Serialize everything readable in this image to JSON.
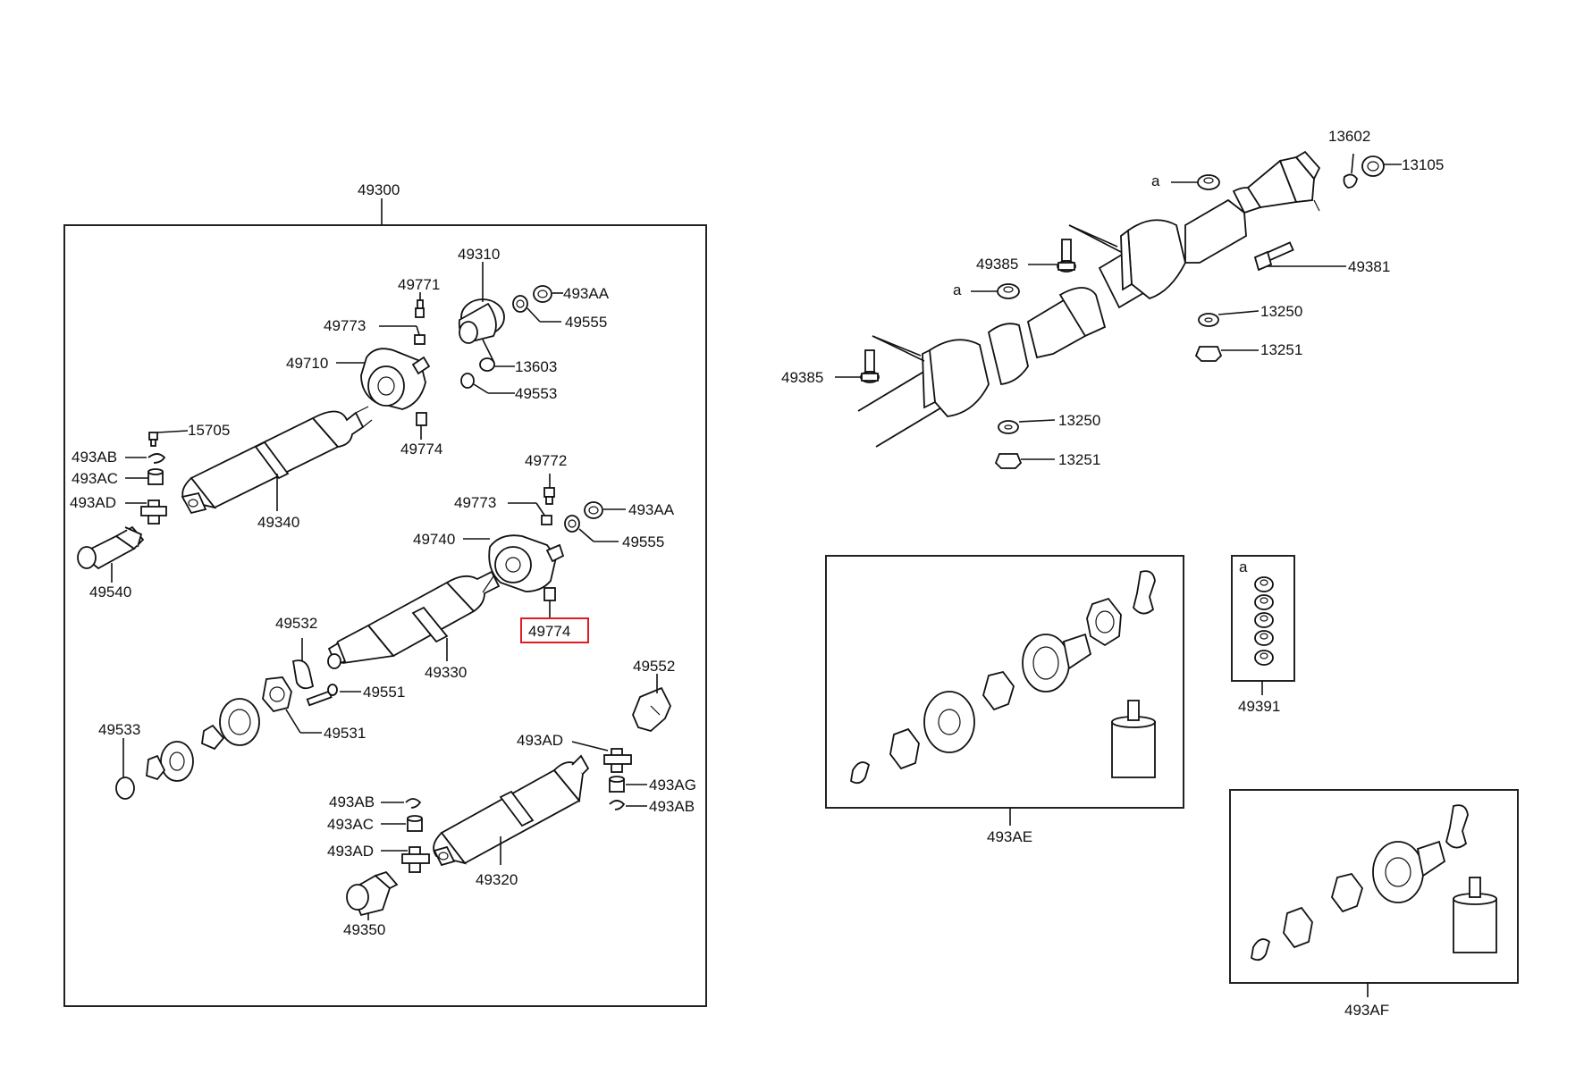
{
  "diagram": {
    "group_labels": {
      "main_assembly": "49300",
      "kit_ae": "493AE",
      "kit_af": "493AF",
      "kit_nuts": "49391",
      "kit_nuts_marker": "a"
    },
    "highlighted_part": "49774",
    "labels": {
      "p49310": "49310",
      "p49771": "49771",
      "p493AA_1": "493AA",
      "p49773_1": "49773",
      "p49555_1": "49555",
      "p49710": "49710",
      "p13603": "13603",
      "p49553": "49553",
      "p15705": "15705",
      "p49774_1": "49774",
      "p493AB_1": "493AB",
      "p493AC_1": "493AC",
      "p493AD_1": "493AD",
      "p49340": "49340",
      "p49540": "49540",
      "p49772": "49772",
      "p49773_2": "49773",
      "p493AA_2": "493AA",
      "p49740": "49740",
      "p49555_2": "49555",
      "p49774_2": "49774",
      "p49532": "49532",
      "p49330": "49330",
      "p49552": "49552",
      "p49551": "49551",
      "p49533": "49533",
      "p49531": "49531",
      "p493AD_2": "493AD",
      "p493AG": "493AG",
      "p493AB_2": "493AB",
      "p493AB_3": "493AB",
      "p493AC_2": "493AC",
      "p493AD_3": "493AD",
      "p49320": "49320",
      "p49350": "49350",
      "p13602": "13602",
      "p13105": "13105",
      "pa_1": "a",
      "p49385_1": "49385",
      "p49381": "49381",
      "pa_2": "a",
      "p13250_1": "13250",
      "p13251_1": "13251",
      "p49385_2": "49385",
      "p13250_2": "13250",
      "p13251_2": "13251"
    }
  }
}
